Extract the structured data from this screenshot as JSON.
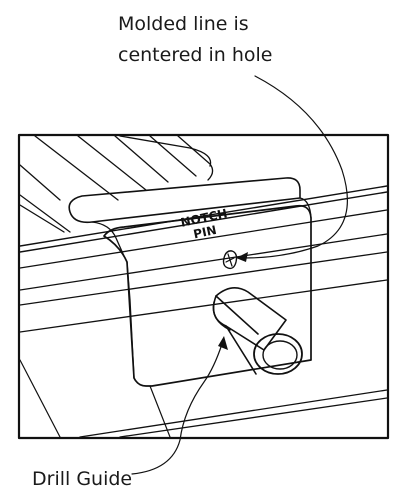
{
  "callouts": {
    "top_line1": "Molded line is",
    "top_line2": "centered in hole",
    "bottom": "Drill Guide"
  },
  "stamp": {
    "line1": "NOTCH",
    "line2": "PIN"
  }
}
